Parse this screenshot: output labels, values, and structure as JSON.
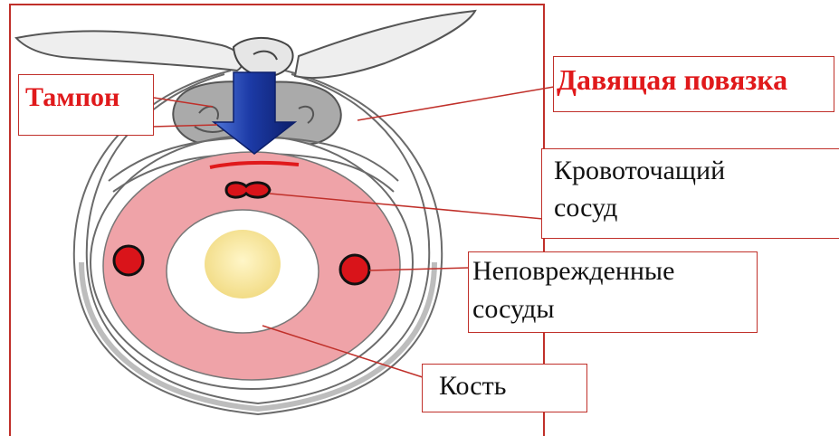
{
  "labels": {
    "tampon": "Тампон",
    "bandage": "Давящая повязка",
    "bleeding_vessel_line1": "Кровоточащий",
    "bleeding_vessel_line2": "сосуд",
    "intact_vessels_line1": "Неповрежденные",
    "intact_vessels_line2": "сосуды",
    "bone": "Кость"
  },
  "colors": {
    "frame": "#c0302a",
    "muscle": "#efa3a8",
    "vessel": "#d9141a",
    "arrow": "#1f3d9c",
    "label_red": "#e0191b"
  }
}
